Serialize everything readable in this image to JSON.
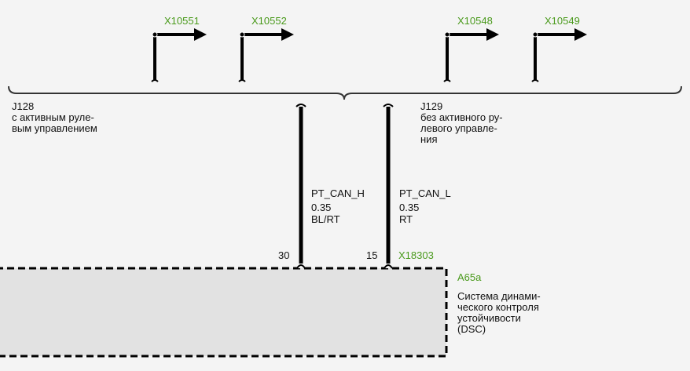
{
  "colors": {
    "wire": "#000000",
    "connector_label": "#4a9a1c",
    "component_fill": "#e2e2e2",
    "text": "#111111"
  },
  "connectors_top": [
    {
      "id": "X10551"
    },
    {
      "id": "X10552"
    },
    {
      "id": "X10548"
    },
    {
      "id": "X10549"
    }
  ],
  "variants": {
    "left": {
      "code": "J128",
      "desc": "с активным руле-\nвым управлением"
    },
    "right": {
      "code": "J129",
      "desc": "без активного ру-\nлевого управле-\nния"
    }
  },
  "wires": [
    {
      "signal": "PT_CAN_H",
      "gauge": "0.35",
      "color": "BL/RT",
      "pin": "30"
    },
    {
      "signal": "PT_CAN_L",
      "gauge": "0.35",
      "color": "RT",
      "pin": "15"
    }
  ],
  "connector_bottom": {
    "id": "X18303"
  },
  "component": {
    "id": "A65a",
    "desc": "Система динами-\nческого контроля\nустойчивости\n(DSC)"
  }
}
